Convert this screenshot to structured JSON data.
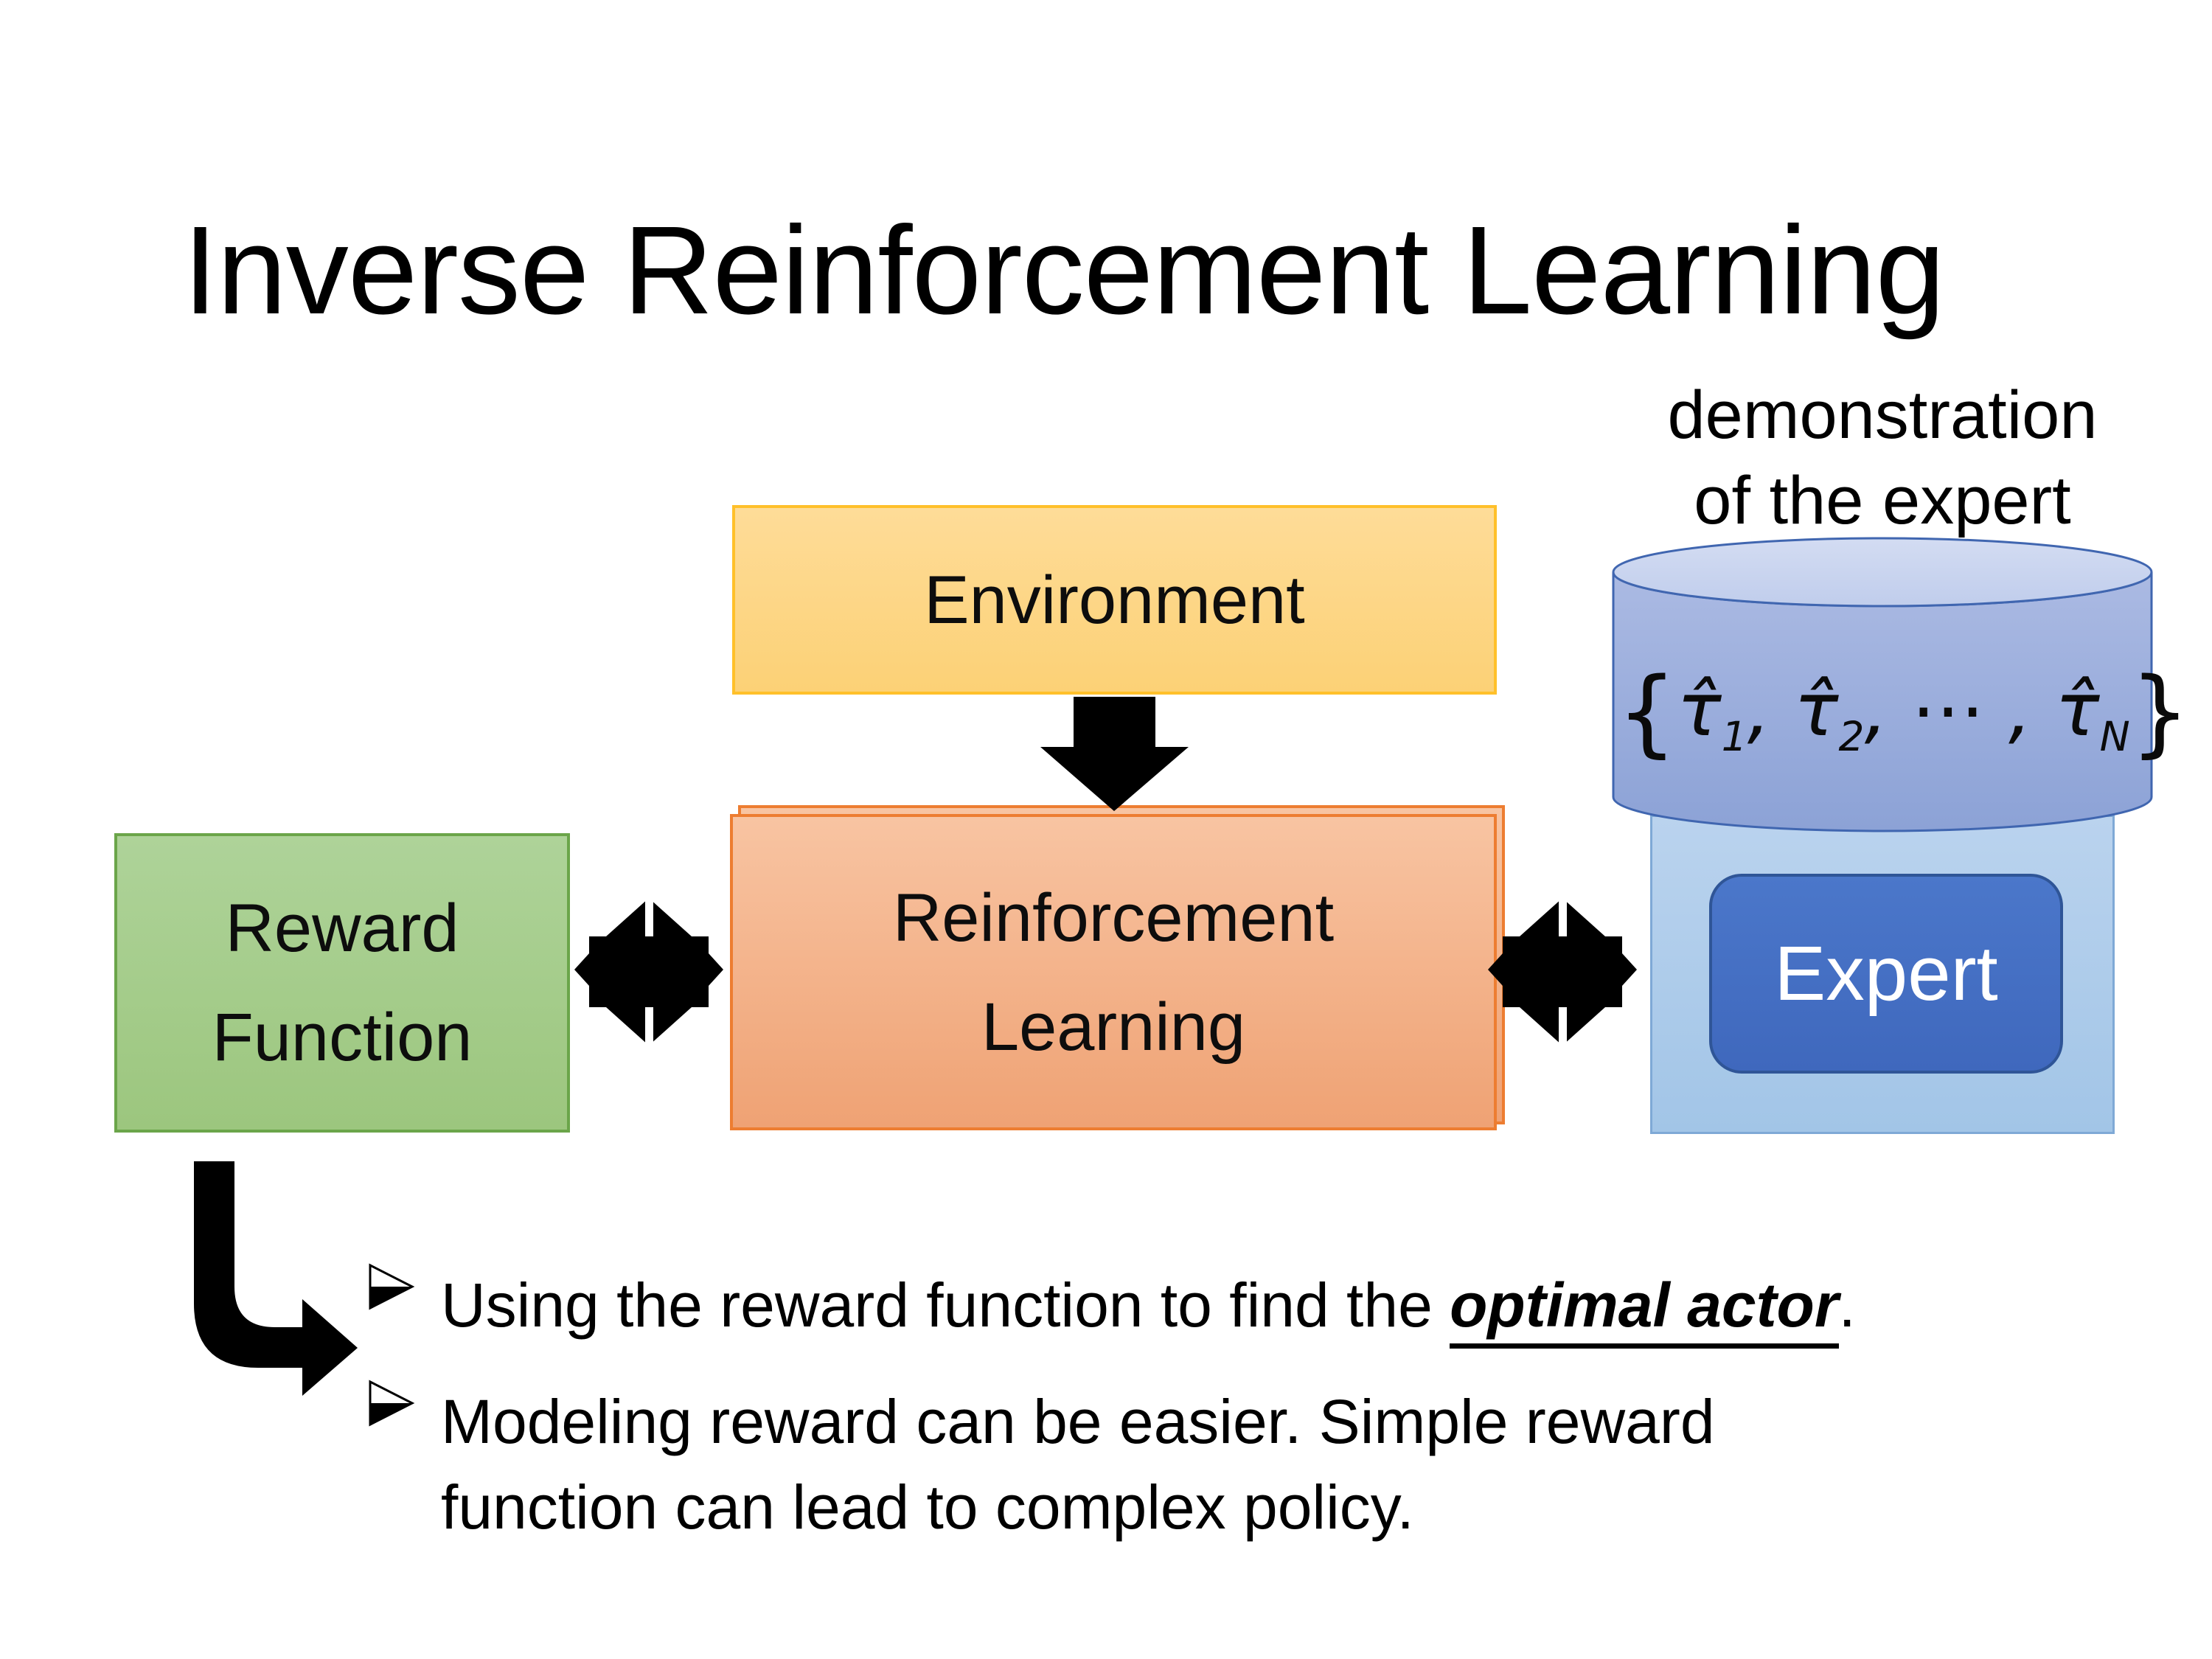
{
  "slide_title": "Inverse Reinforcement Learning",
  "diagram": {
    "environment_label": "Environment",
    "reward_line1": "Reward",
    "reward_line2": "Function",
    "rl_line1": "Reinforcement",
    "rl_line2": "Learning",
    "expert_label": "Expert",
    "demo_caption_line1": "demonstration",
    "demo_caption_line2": "of the expert",
    "formula": {
      "brace_open": "{",
      "tau1": "τ̂",
      "sub1": "1",
      "sep1": ", ",
      "tau2": "τ̂",
      "sub2": "2",
      "sep2": ", ⋯ , ",
      "tauN": "τ̂",
      "subN": "N",
      "brace_close": "}"
    }
  },
  "bullets": {
    "item1_prefix": "Using the reward function to find the ",
    "item1_emphasis": "optimal actor",
    "item1_suffix": ".",
    "item2_line1": "Modeling reward can be easier. Simple reward",
    "item2_line2": "function can lead to complex policy."
  },
  "colors": {
    "environment_fill": "#FCD176",
    "environment_border": "#FFC02A",
    "rl_fill": "#EFA274",
    "rl_border": "#ED7D31",
    "reward_fill": "#9CC67E",
    "reward_border": "#6BA54A",
    "expert_panel_fill": "#A2C5E7",
    "expert_panel_border": "#7FA9D6",
    "expert_fill": "#3F68BD",
    "expert_border": "#2F5597",
    "cylinder_fill": "#8CA2D6",
    "cylinder_top_fill": "#C9D5EF",
    "cylinder_border": "#4066B0",
    "arrow_color": "#000000",
    "text_color": "#000000"
  }
}
